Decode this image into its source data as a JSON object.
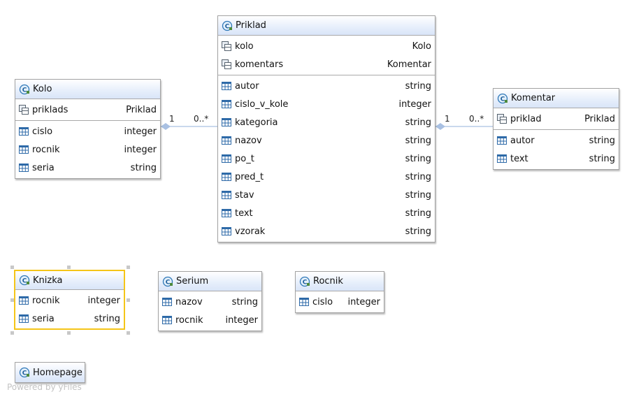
{
  "classes": {
    "priklad": {
      "name": "Priklad",
      "assoc": [
        {
          "name": "kolo",
          "type": "Kolo"
        },
        {
          "name": "komentars",
          "type": "Komentar"
        }
      ],
      "fields": [
        {
          "name": "autor",
          "type": "string"
        },
        {
          "name": "cislo_v_kole",
          "type": "integer"
        },
        {
          "name": "kategoria",
          "type": "string"
        },
        {
          "name": "nazov",
          "type": "string"
        },
        {
          "name": "po_t",
          "type": "string"
        },
        {
          "name": "pred_t",
          "type": "string"
        },
        {
          "name": "stav",
          "type": "string"
        },
        {
          "name": "text",
          "type": "string"
        },
        {
          "name": "vzorak",
          "type": "string"
        }
      ]
    },
    "kolo": {
      "name": "Kolo",
      "assoc": [
        {
          "name": "priklads",
          "type": "Priklad"
        }
      ],
      "fields": [
        {
          "name": "cislo",
          "type": "integer"
        },
        {
          "name": "rocnik",
          "type": "integer"
        },
        {
          "name": "seria",
          "type": "string"
        }
      ]
    },
    "komentar": {
      "name": "Komentar",
      "assoc": [
        {
          "name": "priklad",
          "type": "Priklad"
        }
      ],
      "fields": [
        {
          "name": "autor",
          "type": "string"
        },
        {
          "name": "text",
          "type": "string"
        }
      ]
    },
    "knizka": {
      "name": "Knizka",
      "fields": [
        {
          "name": "rocnik",
          "type": "integer"
        },
        {
          "name": "seria",
          "type": "string"
        }
      ]
    },
    "serium": {
      "name": "Serium",
      "fields": [
        {
          "name": "nazov",
          "type": "string"
        },
        {
          "name": "rocnik",
          "type": "integer"
        }
      ]
    },
    "rocnik": {
      "name": "Rocnik",
      "fields": [
        {
          "name": "cislo",
          "type": "integer"
        }
      ]
    },
    "homepage": {
      "name": "Homepage"
    }
  },
  "edges": {
    "kolo_priklad": {
      "from_mult": "1",
      "to_mult": "0..*"
    },
    "priklad_komentar": {
      "from_mult": "1",
      "to_mult": "0..*"
    }
  },
  "credit": "Powered by yFiles",
  "colors": {
    "edge": "#a9c0e2",
    "selection": "#f5c518",
    "header": "#dce7f9"
  }
}
